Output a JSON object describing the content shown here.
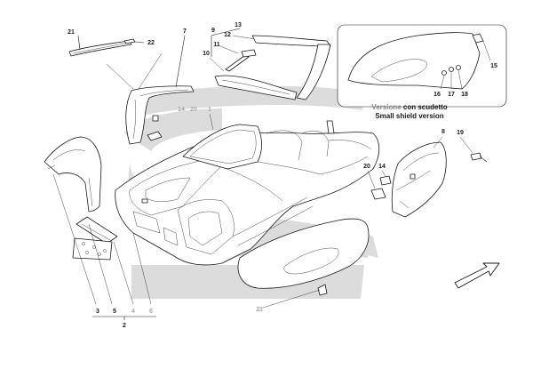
{
  "inset": {
    "caption_line1_word1": "Versione",
    "caption_line1_rest": "con scudetto",
    "caption_line2": "Small shield version"
  },
  "callouts": {
    "c1": "1",
    "c2": "2",
    "c3": "3",
    "c4": "4",
    "c5": "5",
    "c6": "6",
    "c7": "7",
    "c8": "8",
    "c9": "9",
    "c10": "10",
    "c11": "11",
    "c12": "12",
    "c13": "13",
    "c14a": "14",
    "c14b": "14",
    "c15": "15",
    "c16": "16",
    "c17": "17",
    "c18": "18",
    "c19": "19",
    "c20a": "20",
    "c20b": "20",
    "c21": "21",
    "c22": "22",
    "c23": "23"
  },
  "colors": {
    "watermark": "#d6d6d6",
    "line": "#1a1a1a",
    "background": "#ffffff"
  }
}
